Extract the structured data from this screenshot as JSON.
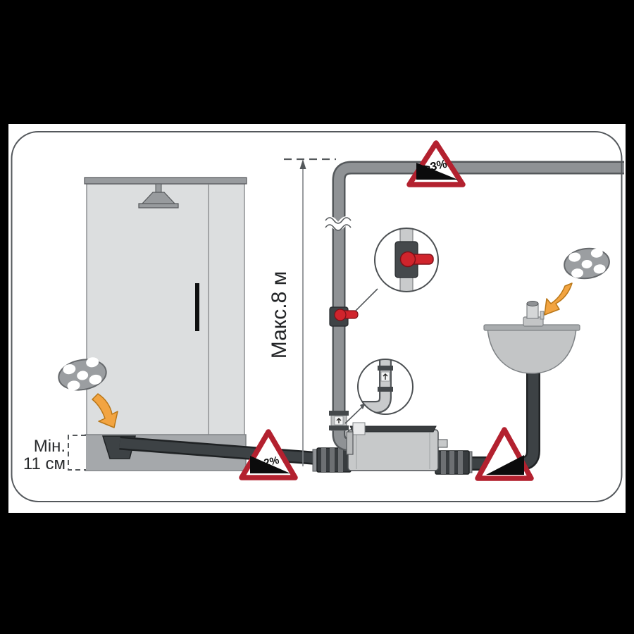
{
  "scene": {
    "background_color": "#000000",
    "panel_background": "#ffffff",
    "panel_border_color": "#54585c"
  },
  "labels": {
    "max_discharge_height": "Макс.8 м",
    "min_tray_height_line1": "Мін.",
    "min_tray_height_line2": "11 см"
  },
  "warning_signs": {
    "horizontal_run_slope": ">3%",
    "shower_drain_slope": ">2%"
  },
  "colors": {
    "warning_red": "#b3212f",
    "valve_red": "#d0242c",
    "arrow_orange": "#f2a441",
    "pressure_pipe_gray": "#8f9295",
    "gravity_pipe_dark": "#3d4245",
    "cabin_gray": "#dcdedf",
    "plinth_gray": "#a5a8ab"
  },
  "icons": [
    "warning-triangle-icon",
    "ball-valve-icon",
    "check-valve-icon",
    "membrane-disc-icon",
    "orange-arrow-icon",
    "shower-head-icon",
    "dimension-arrow-icon"
  ]
}
